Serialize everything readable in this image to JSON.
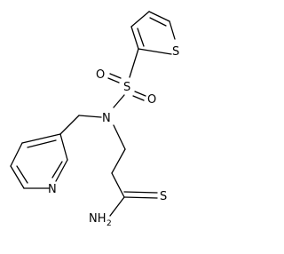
{
  "atoms": {
    "thiophene_s": "S",
    "sulfonyl_s": "S",
    "oxygen_1": "O",
    "oxygen_2": "O",
    "sulfonamide_n": "N",
    "pyridine_n": "N",
    "thioamide_s": "S",
    "amine": "NH",
    "amine_sub": "2"
  }
}
